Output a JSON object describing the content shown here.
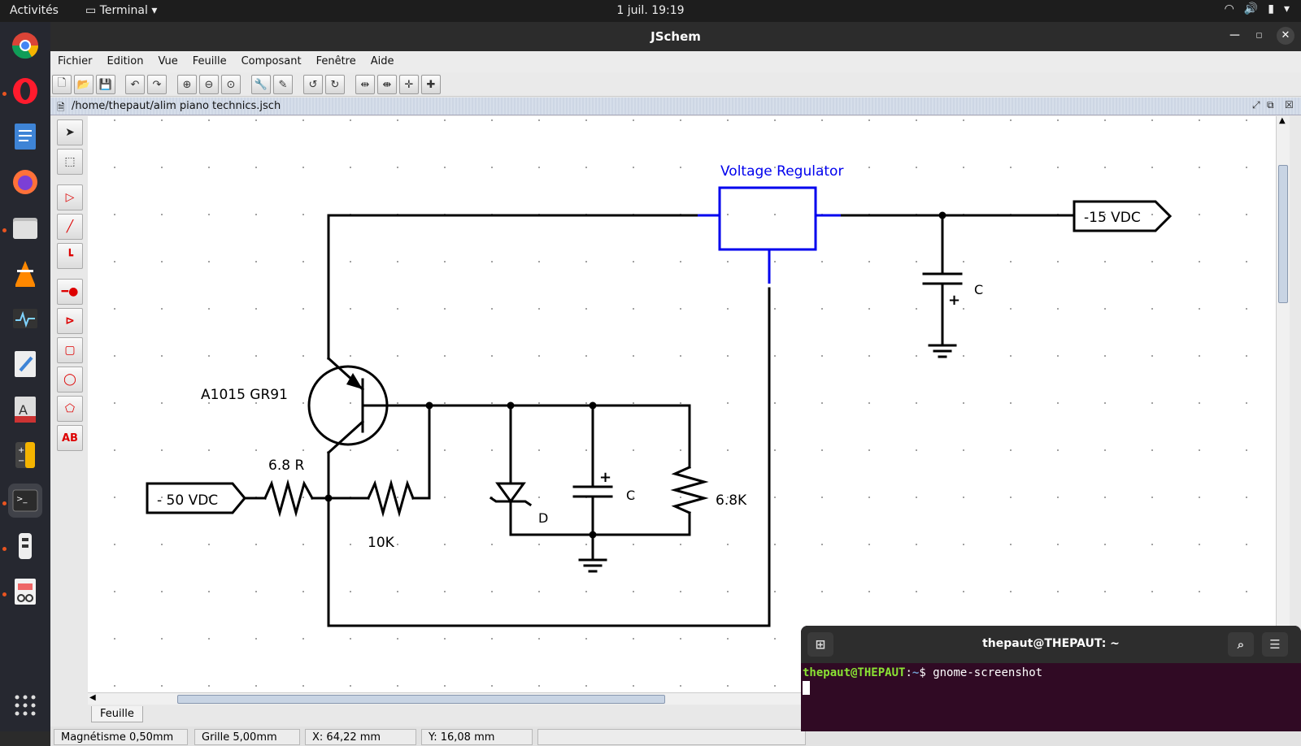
{
  "topbar": {
    "activities": "Activités",
    "app": "Terminal",
    "clock": "1 juil.  19:19"
  },
  "window": {
    "title": "JSchem"
  },
  "menu": [
    "Fichier",
    "Edition",
    "Vue",
    "Feuille",
    "Composant",
    "Fenêtre",
    "Aide"
  ],
  "path": "/home/thepaut/alim piano technics.jsch",
  "schematic": {
    "regulator_label": "Voltage Regulator",
    "out_label": "-15 VDC",
    "in_label": "- 50 VDC",
    "transistor_label": "A1015 GR91",
    "r1_label": "6.8 R",
    "r2_label": "10K",
    "r3_label": "6.8K",
    "diode_label": "D",
    "cap1_label": "C",
    "cap2_label": "C",
    "cap_plus": "+",
    "tool_text": "AB"
  },
  "sheet_tab": "Feuille",
  "status": {
    "magnetism": "Magnétisme 0,50mm",
    "grid": "Grille 5,00mm",
    "x": "X: 64,22 mm",
    "y": "Y: 16,08 mm"
  },
  "terminal": {
    "title": "thepaut@THEPAUT: ~",
    "user": "thepaut@THEPAUT",
    "sep": ":",
    "cwd": "~",
    "prompt": "$",
    "command": "gnome-screenshot"
  },
  "colors": {
    "accent": "#e95420",
    "regulator": "#0000ee",
    "wire": "#000000"
  }
}
